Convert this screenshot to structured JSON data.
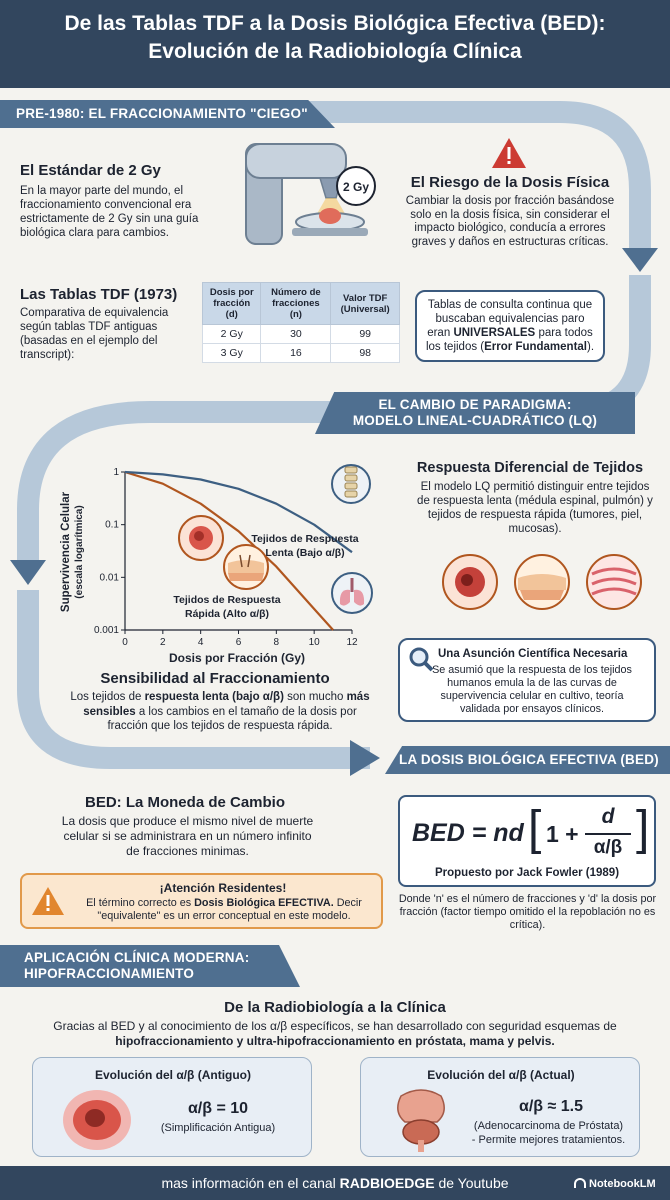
{
  "header": {
    "title_line1": "De las Tablas TDF a la Dosis Biológica Efectiva (BED):",
    "title_line2": "Evolución de la Radiobiología Clínica"
  },
  "section1": {
    "band": "PRE-1980: EL FRACCIONAMIENTO \"CIEGO\"",
    "standard_title": "El Estándar de 2 Gy",
    "standard_text": "En la mayor parte del mundo, el fraccionamiento convencional era estrictamente de 2 Gy sin una guía biológica clara para cambios.",
    "machine_label": "2 Gy",
    "risk_title": "El Riesgo de la Dosis Física",
    "risk_text": "Cambiar la dosis por fracción basándose solo en la dosis física, sin considerar el impacto biológico, conducía a errores graves y daños en estructuras críticas.",
    "tdf_title": "Las Tablas TDF (1973)",
    "tdf_text": "Comparativa de equivalencia según tablas TDF antiguas (basadas en el ejemplo del transcript):",
    "table_headers": [
      "Dosis por fracción (d)",
      "Número de fracciones (n)",
      "Valor TDF (Universal)"
    ],
    "table_rows": [
      [
        "2 Gy",
        "30",
        "99"
      ],
      [
        "3 Gy",
        "16",
        "98"
      ]
    ],
    "callout_pre": "Tablas de consulta continua que buscaban equivalencias paro eran",
    "callout_bold1": "UNIVERSALES",
    "callout_mid": "para todos los tejidos (",
    "callout_bold2": "Error Fundamental",
    "callout_end": ")."
  },
  "section2": {
    "band_line1": "EL CAMBIO DE PARADIGMA:",
    "band_line2": "MODELO LINEAL-CUADRÁTICO (LQ)",
    "y_label_line1": "Supervivencia Celular",
    "y_label_line2": "(escala logarítmica)",
    "x_label": "Dosis por Fracción (Gy)",
    "slow_label_line1": "Tejidos de Respuesta",
    "slow_label_line2": "Lenta (Bajo α/β)",
    "fast_label_line1": "Tejidos de Respuesta",
    "fast_label_line2": "Rápida (Alto α/β)",
    "diff_title": "Respuesta Diferencial de Tejidos",
    "diff_text": "El modelo LQ permitió distinguir entre tejidos de respuesta lenta (médula espinal, pulmón) y tejidos de respuesta rápida (tumores, piel, mucosas).",
    "assumption_title": "Una Asunción Científica Necesaria",
    "assumption_text": "Se asumió que la respuesta de los tejidos humanos emula la de las curvas de supervivencia celular en cultivo, teoría validada por ensayos clínicos.",
    "sens_title": "Sensibilidad al Fraccionamiento",
    "sens_pre": "Los tejidos de",
    "sens_bold1": "respuesta lenta (bajo α/β)",
    "sens_mid": "son mucho",
    "sens_bold2": "más sensibles",
    "sens_end": "a los cambios en el tamaño de la dosis por fracción que los tejidos de respuesta rápida."
  },
  "chart_data": {
    "type": "line",
    "xlabel": "Dosis por Fracción (Gy)",
    "ylabel": "Supervivencia Celular (escala logarítmica)",
    "x_ticks": [
      "0",
      "2",
      "4",
      "6",
      "8",
      "10",
      "12"
    ],
    "y_ticks": [
      "1",
      "0.1",
      "0.01",
      "0.001"
    ],
    "xlim": [
      0,
      12
    ],
    "ylim": [
      0.001,
      1
    ],
    "yscale": "log",
    "series": [
      {
        "name": "Tejidos de Respuesta Rápida (Alto α/β)",
        "color": "#b0561f",
        "x": [
          0,
          2,
          4,
          6,
          8,
          10,
          11
        ],
        "y": [
          1,
          0.6,
          0.25,
          0.075,
          0.016,
          0.0025,
          0.001
        ]
      },
      {
        "name": "Tejidos de Respuesta Lenta (Bajo α/β)",
        "color": "#3d5f82",
        "x": [
          0,
          2,
          4,
          6,
          8,
          10,
          12
        ],
        "y": [
          1,
          0.9,
          0.72,
          0.48,
          0.25,
          0.1,
          0.03
        ]
      }
    ]
  },
  "section3": {
    "band": "LA DOSIS BIOLÓGICA EFECTIVA (BED)",
    "coin_title": "BED: La Moneda de Cambio",
    "coin_text": "La dosis que produce el mismo nivel de muerte celular si se administrara en un número infinito de fracciones minimas.",
    "warn_title": "¡Atención Residentes!",
    "warn_pre": "El término correcto es",
    "warn_bold": "Dosis Biológica EFECTIVA.",
    "warn_end": "Decir \"equivalente\" es un error conceptual en este modelo.",
    "formula_lhs": "BED = nd",
    "formula_one": "1 +",
    "formula_num": "d",
    "formula_den": "α/β",
    "proposed": "Propuesto por Jack Fowler (1989)",
    "note": "Donde 'n' es el número de fracciones y 'd' la dosis por fracción (factor tiempo omitido el la repoblación no es crítica)."
  },
  "section4": {
    "band_line1": "APLICACIÓN CLÍNICA MODERNA:",
    "band_line2": "HIPOFRACCIONAMIENTO",
    "title": "De la Radiobiología a la Clínica",
    "text_pre": "Gracias al BED y al conocimiento de los α/β específicos, se han desarrollado con seguridad esquemas de",
    "text_bold": "hipofraccionamiento y ultra-hipofraccionamiento en próstata, mama y pelvis.",
    "old_title": "Evolución del α/β (Antiguo)",
    "old_value": "α/β = 10",
    "old_note": "(Simplificación Antigua)",
    "new_title": "Evolución del α/β (Actual)",
    "new_value": "α/β ≈ 1.5",
    "new_note1": "(Adenocarcinoma de Próstata)",
    "new_note2": "- Permite mejores tratamientos."
  },
  "footer": {
    "pre": "mas información en el canal",
    "bold": "RADBIOEDGE",
    "post": "de Youtube",
    "brand": "NotebookLM"
  }
}
